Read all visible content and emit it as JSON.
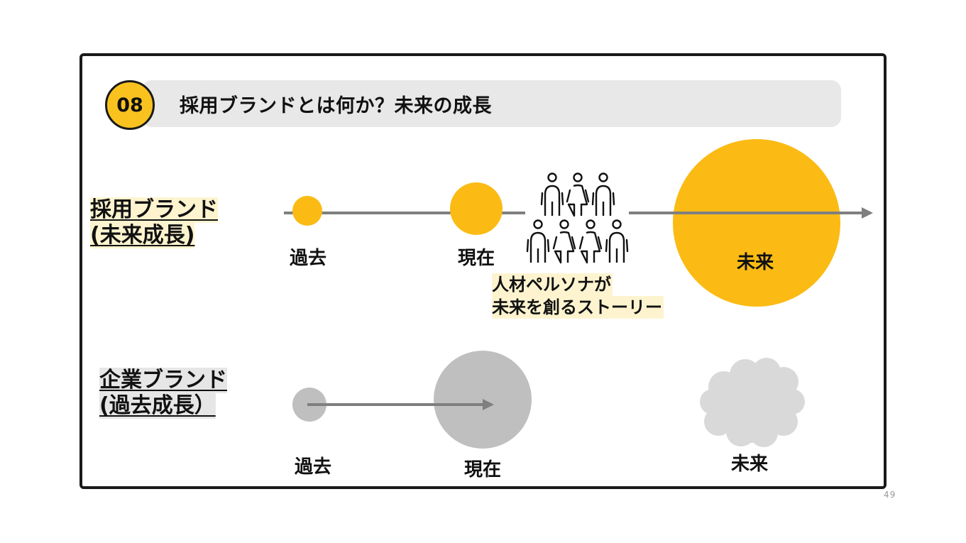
{
  "badge": "08",
  "title": "採用ブランドとは何か？未来の成長",
  "recruit": {
    "label_line1": "採用ブランド",
    "label_line2": "(未来成長)",
    "past": "過去",
    "present": "現在",
    "future": "未来",
    "persona_line1": "人材ペルソナが",
    "persona_line2": "未来を創るストーリー"
  },
  "corporate": {
    "label_line1": "企業ブランド",
    "label_line2": "(過去成長）",
    "past": "過去",
    "present": "現在",
    "future": "未来"
  },
  "page_number": "49",
  "colors": {
    "accent_yellow": "#fbbb14",
    "corp_gray": "#bfbfbf",
    "cloud_gray": "#d9d9d9",
    "arrow_gray": "#7f7f7f"
  },
  "icons": [
    "person-icon"
  ]
}
